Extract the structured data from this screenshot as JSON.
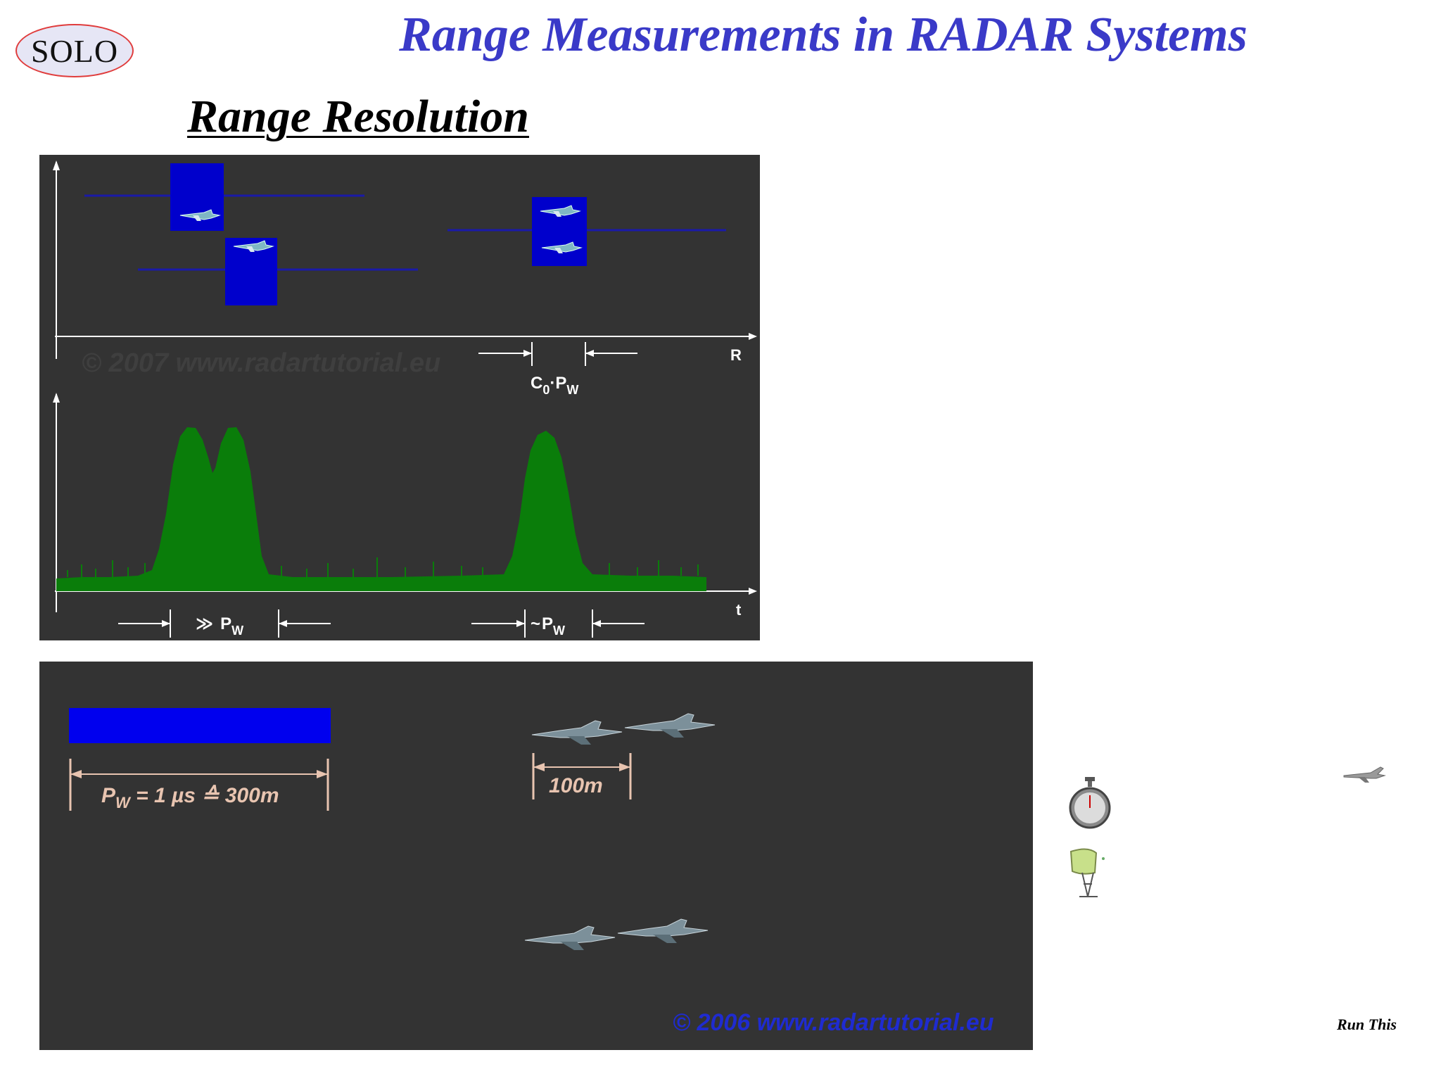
{
  "header": {
    "logo_text": "SOLO",
    "title": "Range Measurements in RADAR Systems",
    "section_title": "Range Resolution"
  },
  "panel1": {
    "range_axis_label": "R",
    "time_axis_label": "t",
    "range_gap_label": "C",
    "range_gap_sub": "0",
    "range_gap_tail": "·P",
    "range_gap_tail_sub": "W",
    "unresolved_symbol": "≫",
    "unresolved_label": "P",
    "unresolved_sub": "W",
    "resolved_symbol": "~",
    "resolved_label": "P",
    "resolved_sub": "W",
    "watermark": "© 2007 www.radartutorial.eu"
  },
  "panel2": {
    "pulse_label_prefix": "P",
    "pulse_label_sub": "W",
    "pulse_label_rest": " = 1 µs  ≙ 300m",
    "spacing_label": "100m",
    "watermark": "© 2006  www.radartutorial.eu"
  },
  "sidebar": {
    "run_link": "Run This"
  },
  "colors": {
    "title": "#3a3ac8",
    "panel_bg": "#333333",
    "pulse_blue": "#0000ee",
    "echo_green": "#0a7d0a",
    "dimension_peach": "#e8c4b0",
    "watermark_blue": "#1f2bd0"
  }
}
